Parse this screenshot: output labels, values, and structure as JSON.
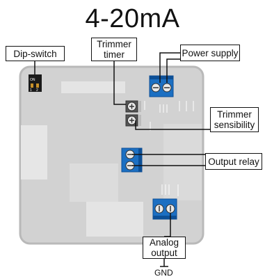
{
  "title": "4-20mA",
  "labels": {
    "dip_switch": "Dip-switch",
    "trimmer_timer_line1": "Trimmer",
    "trimmer_timer_line2": "timer",
    "power_supply": "Power supply",
    "trimmer_sensibility_line1": "Trimmer",
    "trimmer_sensibility_line2": "sensibility",
    "output_relay": "Output relay",
    "analog_output_line1": "Analog",
    "analog_output_line2": "output",
    "gnd": "GND"
  },
  "dip_switch_marks": {
    "on": "ON",
    "pos1": "1",
    "pos2": "2"
  },
  "colors": {
    "board": "#d2d2d2",
    "board_edge": "#b9b9b9",
    "board_light": "#e6e6e6",
    "terminal_blue": "#1c6fc2",
    "terminal_dark": "#0d4f96",
    "screw": "#e9e9e9"
  }
}
